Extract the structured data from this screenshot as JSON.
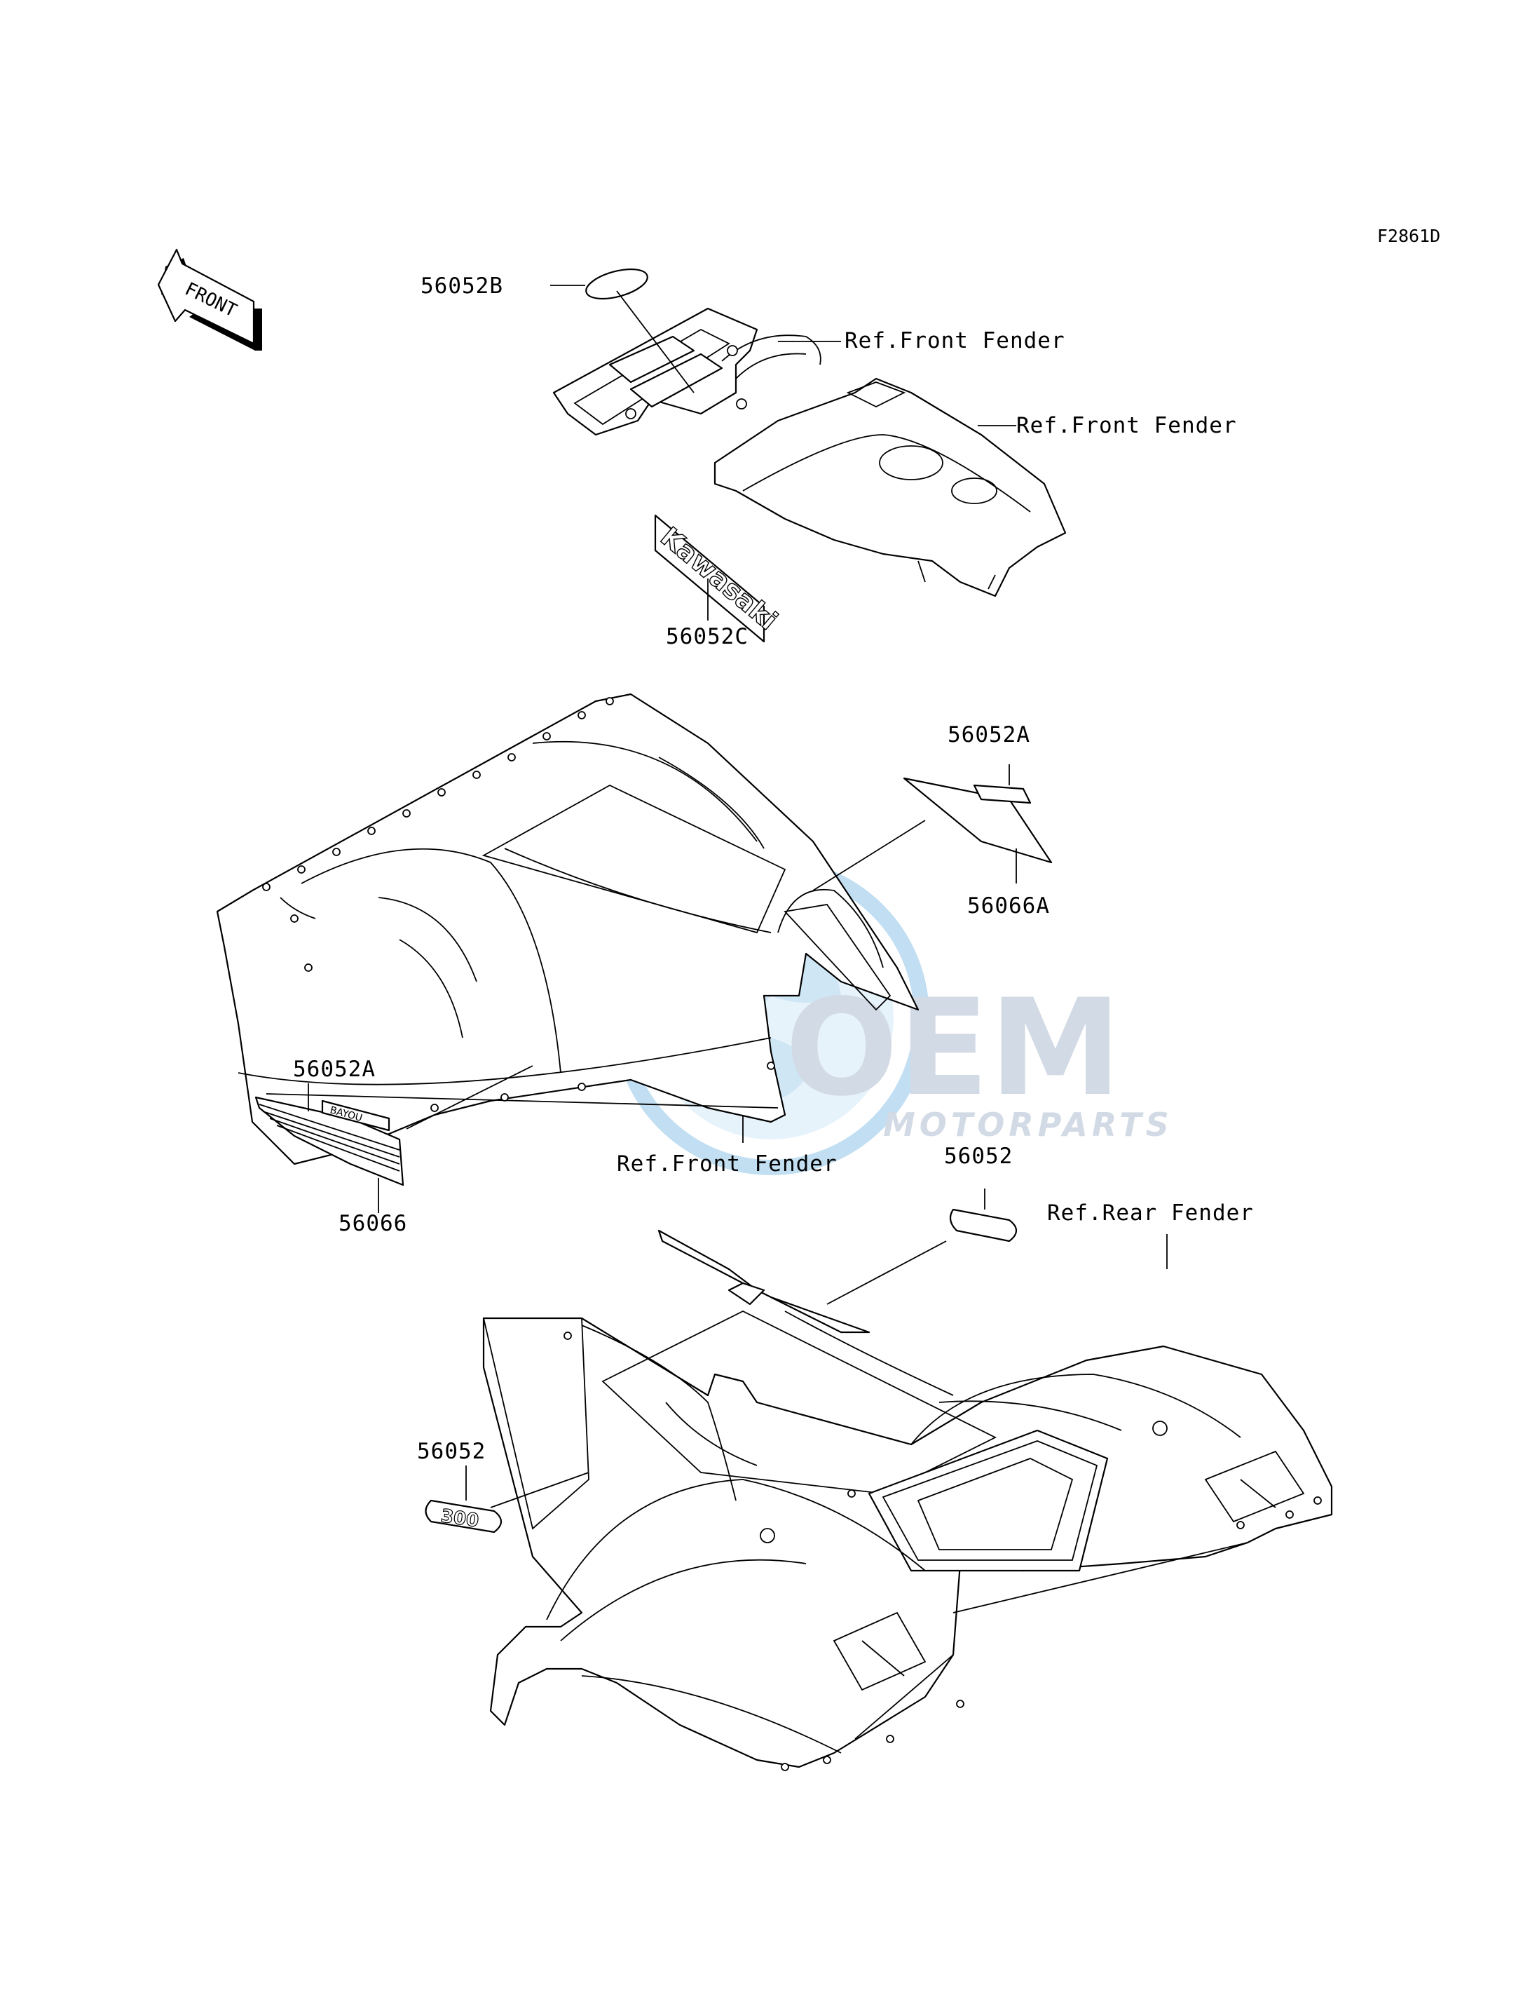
{
  "figure_code": "F2861D",
  "front_arrow_text": "FRONT",
  "watermark": {
    "big": "OEM",
    "small": "MOTORPARTS",
    "color": "#5aa9dd"
  },
  "labels": {
    "p56052B": "56052B",
    "ref_front_fender_1": "Ref.Front Fender",
    "ref_front_fender_2": "Ref.Front Fender",
    "p56052C": "56052C",
    "p56052A_right": "56052A",
    "p56066A": "56066A",
    "p56052A_left": "56052A",
    "ref_front_fender_3": "Ref.Front Fender",
    "p56066": "56066",
    "p56052_right": "56052",
    "ref_rear_fender": "Ref.Rear Fender",
    "p56052_left": "56052"
  },
  "decals": {
    "kawasaki": "Kawasaki",
    "bayou": "BAYOU",
    "model_300": "300"
  }
}
